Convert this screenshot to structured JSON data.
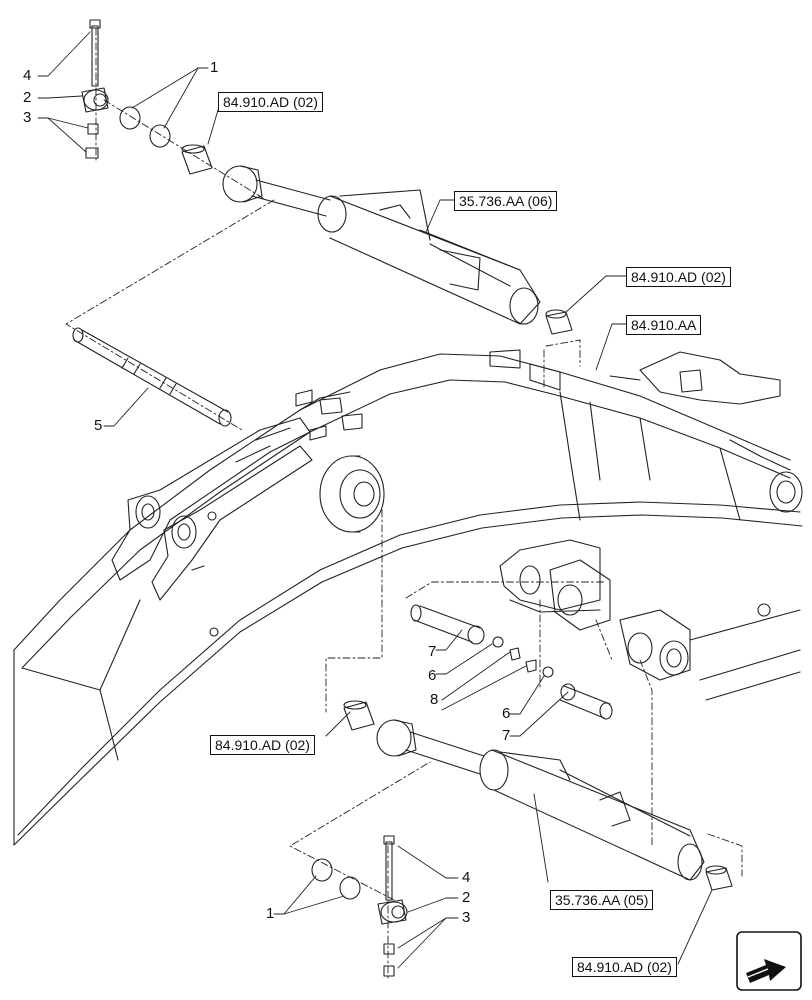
{
  "labels": {
    "top_4": "4",
    "top_2": "2",
    "top_3": "3",
    "top_1": "1",
    "top_5": "5",
    "mid_7a": "7",
    "mid_6a": "6",
    "mid_8": "8",
    "mid_6b": "6",
    "mid_7b": "7",
    "bot_4": "4",
    "bot_2": "2",
    "bot_1": "1",
    "bot_3": "3"
  },
  "refs": {
    "ref_top_bushing": "84.910.AD (02)",
    "ref_cyl_top": "35.736.AA (06)",
    "ref_right_bushing": "84.910.AD (02)",
    "ref_boom": "84.910.AA",
    "ref_left_bushing": "84.910.AD (02)",
    "ref_cyl_bottom": "35.736.AA (05)",
    "ref_bottom_bushing": "84.910.AD (02)"
  },
  "icons": {
    "nav": "navigation-arrow-icon"
  }
}
